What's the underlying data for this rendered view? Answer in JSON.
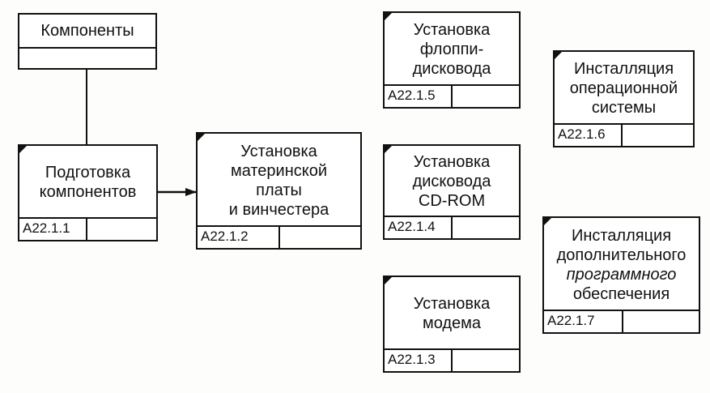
{
  "components_header": {
    "title": "Компоненты"
  },
  "nodes": {
    "a2211": {
      "lines": [
        "Подготовка",
        "компонентов"
      ],
      "code": "A22.1.1"
    },
    "a2212": {
      "lines": [
        "Установка",
        "материнской",
        "платы",
        "и винчестера"
      ],
      "code": "A22.1.2"
    },
    "a2213": {
      "lines": [
        "Установка",
        "модема"
      ],
      "code": "A22.1.3"
    },
    "a2214": {
      "lines": [
        "Установка",
        "дисковода",
        "CD-ROM"
      ],
      "code": "A22.1.4"
    },
    "a2215": {
      "lines": [
        "Установка",
        "флоппи-",
        "дисковода"
      ],
      "code": "A22.1.5"
    },
    "a2216": {
      "lines": [
        "Инсталляция",
        "операционной",
        "системы"
      ],
      "code": "A22.1.6"
    },
    "a2217": {
      "lines": [
        "Инсталляция",
        "дополнительного",
        "программного",
        "обеспечения"
      ],
      "code": "A22.1.7"
    }
  }
}
